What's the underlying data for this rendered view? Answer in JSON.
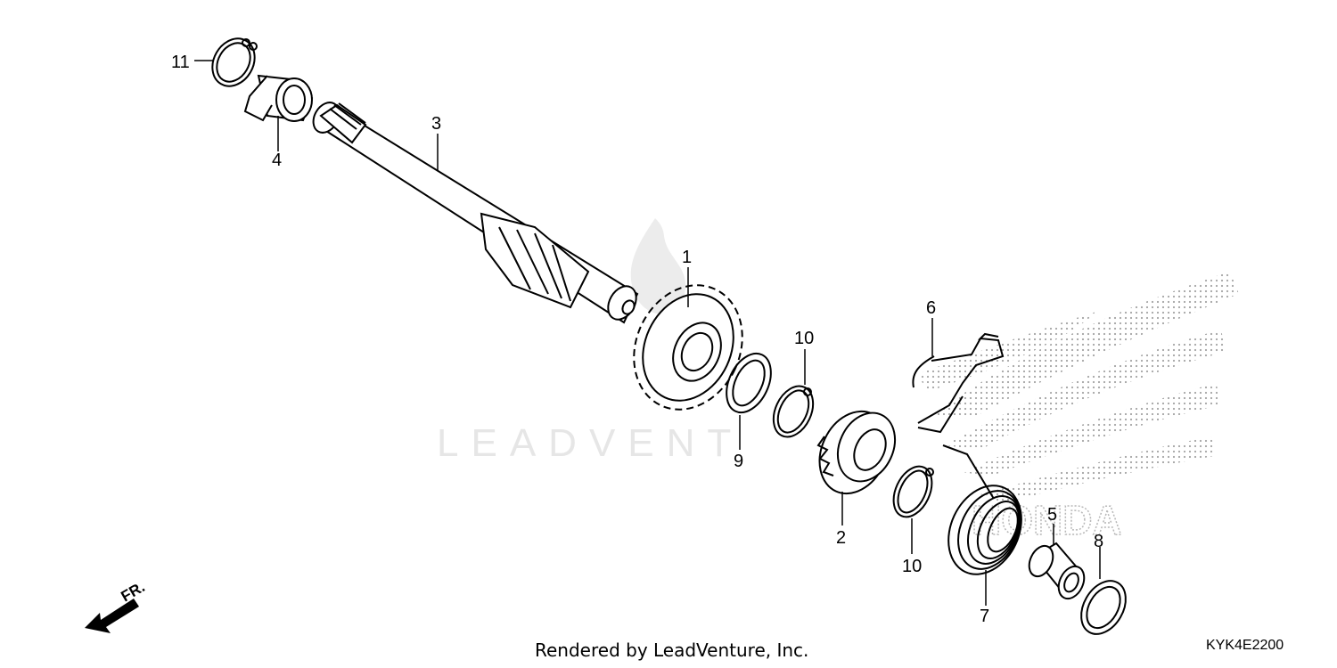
{
  "watermark": {
    "brand_text": "LEADVENT",
    "logo_text": "HONDA"
  },
  "direction_label": "FR.",
  "callouts": {
    "c1": "1",
    "c2": "2",
    "c3": "3",
    "c4": "4",
    "c5": "5",
    "c6": "6",
    "c7": "7",
    "c8": "8",
    "c9": "9",
    "c10a": "10",
    "c10b": "10",
    "c11": "11"
  },
  "footer": {
    "rendered_by": "Rendered by LeadVenture, Inc.",
    "diagram_code": "KYK4E2200"
  }
}
